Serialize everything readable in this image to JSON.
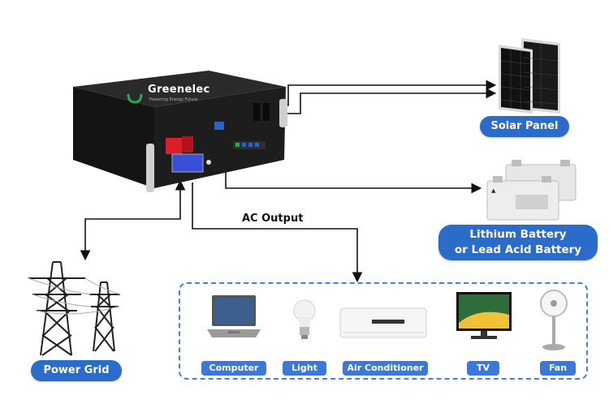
{
  "product": {
    "brand_logo_text": "Greenelec",
    "brand_tagline": "Powering Energy Future"
  },
  "labels": {
    "solar_panel": "Solar Panel",
    "battery_line1": "Lithium Battery",
    "battery_line2": "or Lead Acid Battery",
    "power_grid": "Power Grid",
    "ac_output": "AC Output"
  },
  "devices": [
    {
      "label": "Computer",
      "icon": "laptop-icon"
    },
    {
      "label": "Light",
      "icon": "light-bulb-icon"
    },
    {
      "label": "Air Conditioner",
      "icon": "air-conditioner-icon"
    },
    {
      "label": "TV",
      "icon": "tv-icon"
    },
    {
      "label": "Fan",
      "icon": "fan-icon"
    }
  ],
  "colors": {
    "label_blue": "#2b6bc9",
    "device_blue": "#3b78d8",
    "dash_border": "#4a7fd0",
    "unit_body": "#1e1e1e",
    "terminal_red": "#d8202a",
    "lcd_blue": "#3a4fd6"
  }
}
